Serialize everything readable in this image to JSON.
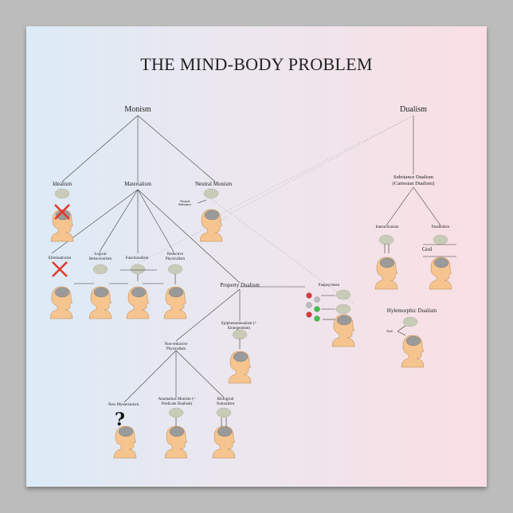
{
  "title": "THE MIND-BODY PROBLEM",
  "nodes": {
    "monism": "Monism",
    "dualism": "Dualism",
    "idealism": "Idealism",
    "materialism": "Materialism",
    "neutral_monism": "Neutral Monism",
    "neutral_substance": "Neutral Substance",
    "eliminativism": "Eliminativism",
    "logical_behaviourism": "Logical Behaviourism",
    "functionalism": "Functionalism",
    "reductive_physicalism": "Reductive Physicalism",
    "property_dualism": "Property Dualism",
    "panpsychism": "Panpsychism",
    "epiphenomenalism": "Epiphenomenalism (= Emergentism)",
    "non_reductive_physicalism": "Non-reductive Physicalism",
    "new_mysterianism": "New Mysterianism",
    "anomalous_monism": "Anomalous Monism (= Predicate Dualism)",
    "biological_naturalism": "Biological Naturalism",
    "substance_dualism": "Substance Dualism",
    "cartesian_dualism": "(Cartesian Dualism)",
    "interactionism": "Interactionism",
    "parallelism": "Parallelism",
    "god_parallelism": "God",
    "hylemorphic_dualism": "Hylemorphic Dualism",
    "soul": "Soul",
    "question_mark": "?"
  },
  "colors": {
    "skin": "#f6c58f",
    "skin_outline": "#b8844e",
    "brain": "#9a9a9a",
    "cloud": "#c8cbb8",
    "line": "#444444",
    "dotted": "#b9b9b9",
    "cross": "#e0382c",
    "ball_red": "#d8393c",
    "ball_green": "#3fbf4a",
    "ball_gray": "#bdbdbd"
  }
}
